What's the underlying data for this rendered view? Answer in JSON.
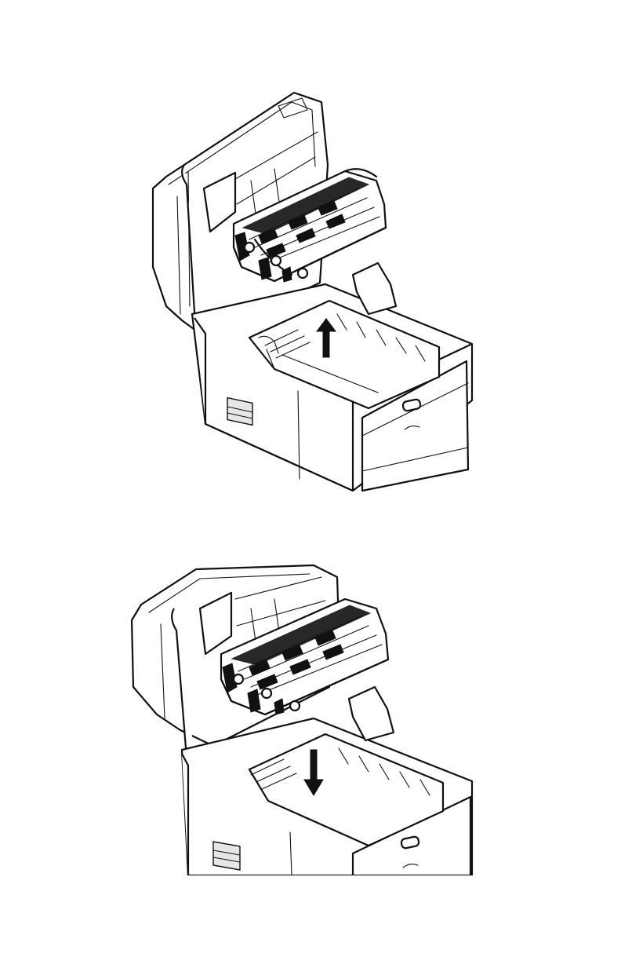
{
  "figures": [
    {
      "name": "remove-image-drum-step",
      "arrow_direction": "up"
    },
    {
      "name": "install-image-drum-step",
      "arrow_direction": "down"
    }
  ],
  "colors": {
    "line": "#111111",
    "background": "#ffffff",
    "fill": "#e6e6e6"
  },
  "icons": [
    "up-arrow-icon",
    "down-arrow-icon",
    "printer-illustration",
    "drum-unit-illustration"
  ]
}
